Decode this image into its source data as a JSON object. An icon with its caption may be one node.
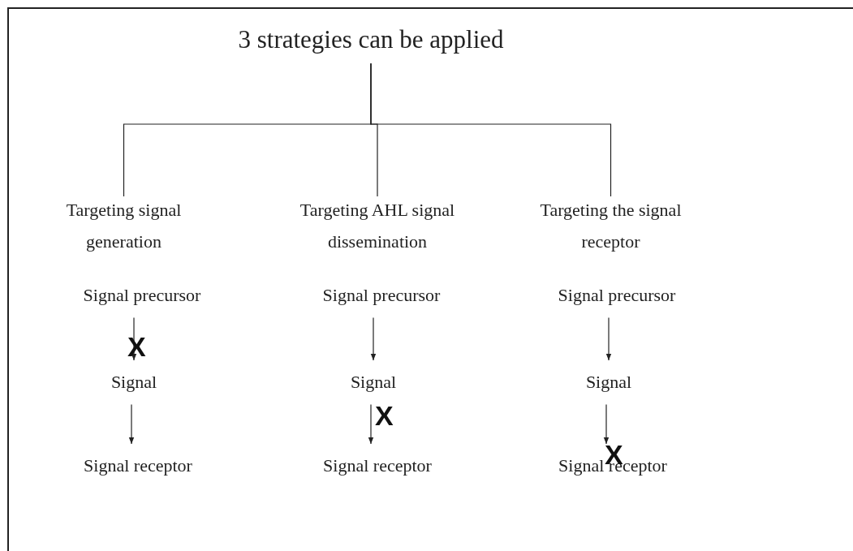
{
  "diagram": {
    "nodes": [
      {
        "text": [
          "3 strategies can be applied"
        ]
      },
      {
        "text": [
          "Targeting signal generation"
        ]
      },
      {
        "text": [
          "Targeting AHL signal dissemination"
        ]
      },
      {
        "text": [
          "Targeting the signal receptor"
        ]
      },
      {
        "text": [
          "Signal precursor"
        ]
      },
      {
        "text": [
          "Signal"
        ]
      },
      {
        "text": [
          "Signal receptor"
        ]
      },
      {
        "text": [
          "Signal precursor"
        ]
      },
      {
        "text": [
          "Signal"
        ]
      },
      {
        "text": [
          "Signal receptor"
        ]
      },
      {
        "text": [
          "Signal precursor"
        ]
      },
      {
        "text": [
          "Signal"
        ]
      },
      {
        "text": [
          "Signal receptor"
        ]
      }
    ],
    "edges": [
      {
        "from": 0,
        "to": 1,
        "arrow": "none"
      },
      {
        "from": 0,
        "to": 2,
        "arrow": "none"
      },
      {
        "from": 0,
        "to": 3,
        "arrow": "none"
      },
      {
        "from": 4,
        "to": 5,
        "arrow": "to"
      },
      {
        "from": 5,
        "to": 6,
        "arrow": "to"
      },
      {
        "from": 7,
        "to": 8,
        "arrow": "to"
      },
      {
        "from": 8,
        "to": 9,
        "arrow": "to"
      },
      {
        "from": 10,
        "to": 11,
        "arrow": "to"
      },
      {
        "from": 11,
        "to": 12,
        "arrow": "to"
      }
    ],
    "labels": [
      "X",
      "X",
      "X"
    ]
  }
}
